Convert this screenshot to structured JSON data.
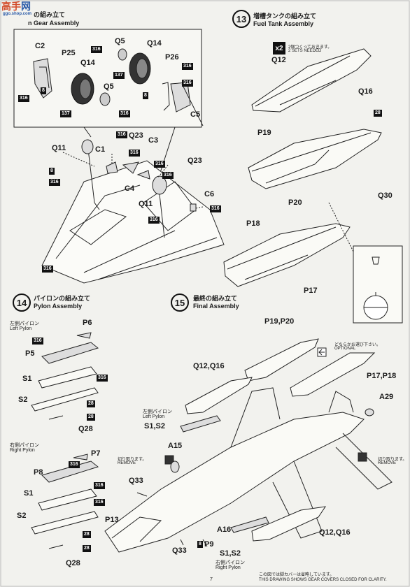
{
  "watermark": {
    "logo_text": "高手",
    "logo_mid": "网",
    "logo_sub": "ggo.shop.com"
  },
  "top_left_header": {
    "jp": "の組み立て",
    "en": "n Gear Assembly"
  },
  "step13": {
    "number": "13",
    "jp": "増槽タンクの組み立て",
    "en": "Fuel Tank Assembly",
    "note_x2": "x2",
    "note_jp": "2個つくっておきます。",
    "note_en": "2 SETS NEEDED",
    "labels": [
      "Q12",
      "Q16",
      "28",
      "P19",
      "P20",
      "Q30",
      "P18",
      "P17"
    ]
  },
  "gear": {
    "labels": [
      "C2",
      "P25",
      "Q5",
      "Q14",
      "Q14",
      "Q5",
      "P26",
      "C5",
      "Q11",
      "C1",
      "Q23",
      "C3",
      "Q23",
      "C4",
      "C6",
      "Q11"
    ],
    "badges": [
      "316",
      "316",
      "8",
      "316",
      "137",
      "316",
      "137",
      "316",
      "8",
      "316",
      "316",
      "8",
      "316",
      "316",
      "316",
      "316",
      "316",
      "316"
    ]
  },
  "step14": {
    "number": "14",
    "jp": "パイロンの組み立て",
    "en": "Pylon Assembly",
    "left_jp": "左側パイロン",
    "left_en": "Left Pylon",
    "right_jp": "右側パイロン",
    "right_en": "Right Pylon",
    "labels_left": [
      "P6",
      "P5",
      "S1",
      "S2",
      "Q28"
    ],
    "labels_right": [
      "P7",
      "P8",
      "S1",
      "S2",
      "Q28"
    ],
    "badges": [
      "316",
      "316",
      "316",
      "28",
      "28",
      "316",
      "316",
      "28",
      "28"
    ]
  },
  "step15": {
    "number": "15",
    "jp": "最終の組み立て",
    "en": "Final Assembly",
    "labels": [
      "P19,P20",
      "Q12,Q16",
      "P17,P18",
      "A29",
      "S1,S2",
      "A15",
      "Q33",
      "P13",
      "Q33",
      "P9",
      "A16",
      "S1,S2",
      "Q12,Q16"
    ],
    "left_pylon_jp": "左側パイロン",
    "left_pylon_en": "Left Pylon",
    "right_pylon_jp": "右側パイロン",
    "right_pylon_en": "Right Pylon",
    "optional_jp": "どちらかお選び下さい。",
    "optional_en": "OPTIONAL",
    "remove_jp": "切り取ります。",
    "remove_en": "REMOVE",
    "remove2_jp": "切り取ります。",
    "remove2_en": "REMOVE",
    "badges": [
      "8"
    ]
  },
  "footer": {
    "jp": "この図では脚カバーは省略しています。",
    "en": "THIS DRAWING SHOWS GEAR COVERS CLOSED FOR CLARITY."
  },
  "page_number": "7"
}
